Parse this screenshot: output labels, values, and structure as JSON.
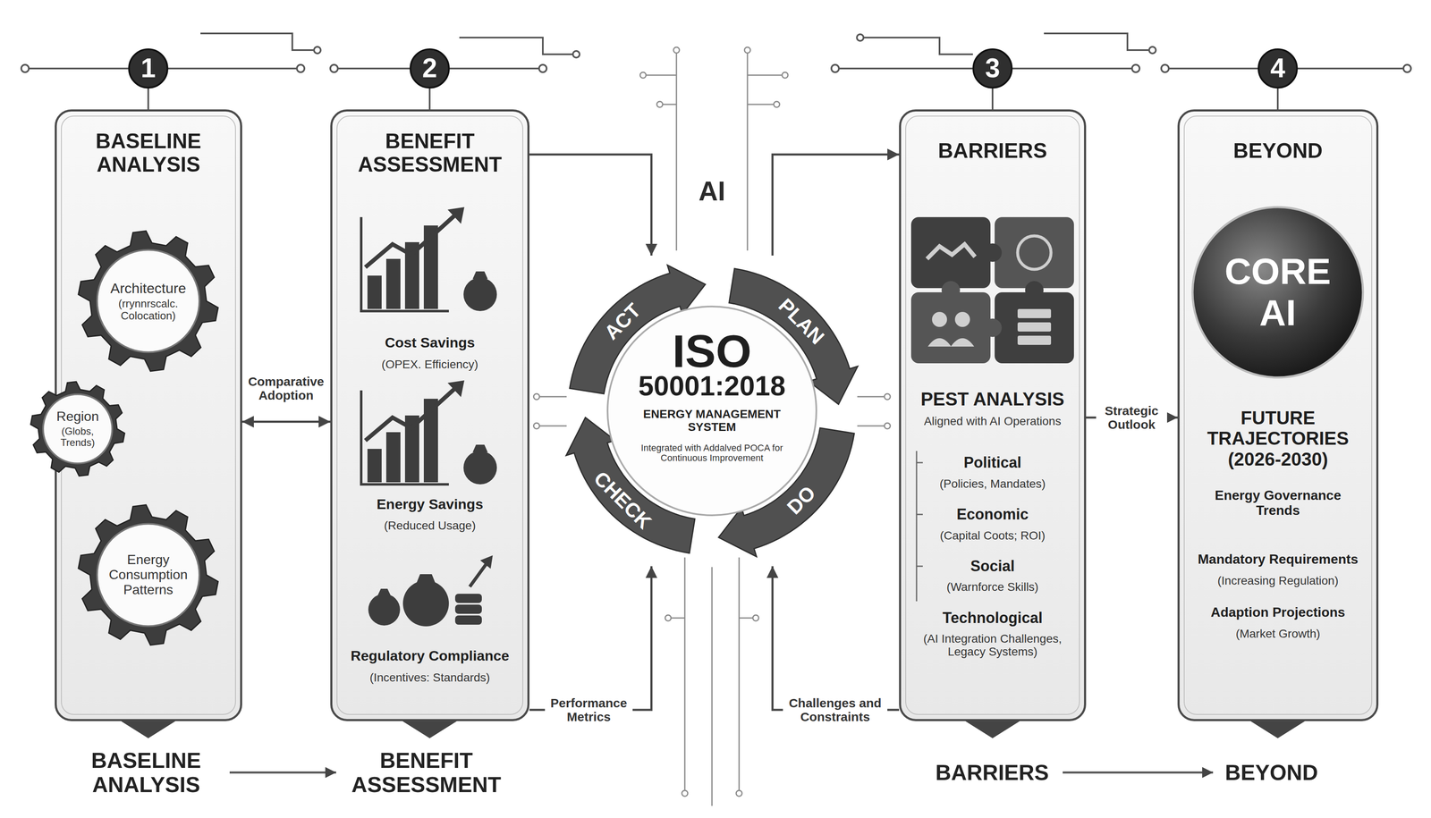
{
  "diagram": {
    "nodes": [
      {
        "text": [
          "1"
        ]
      },
      {
        "text": [
          "BASELINE ANALYSIS"
        ]
      },
      {
        "text": [
          "Architecture",
          "(rrynnrscalc. Colocation)"
        ],
        "in": 1
      },
      {
        "text": [
          "Region",
          "(Globs, Trends)"
        ],
        "in": 1
      },
      {
        "text": [
          "Energy Consumption Patterns"
        ],
        "in": 1
      },
      {
        "text": [
          "2"
        ]
      },
      {
        "text": [
          "BENEFIT ASSESSMENT",
          "Cost Savings",
          "(OPEX. Efficiency)",
          "Energy Savings",
          "(Reduced Usage)",
          "Regulatory Compliance",
          "(Incentives: Standards)"
        ]
      },
      {
        "text": [
          "ISO",
          "50001:2018",
          "ENERGY MANAGEMENT SYSTEM",
          "Integrated with Addalved POCA for Continuous Improvement"
        ]
      },
      {
        "text": [
          "3"
        ]
      },
      {
        "text": [
          "BARRIERS",
          "PEST ANALYSIS",
          "Aligned with AI Operations",
          "Political",
          "(Policies, Mandates)",
          "Economic",
          "(Capital Coots; ROI)",
          "Social",
          "(Warnforce Skills)",
          "Technological",
          "(AI Integration Challenges, Legacy Systems)"
        ]
      },
      {
        "text": [
          "4"
        ]
      },
      {
        "text": [
          "BEYOND",
          "FUTURE TRAJECTORIES (2026-2030)",
          "Energy Governance Trends",
          "Mandatory Requirements",
          "(Increasing Regulation)",
          "Adaption Projections",
          "(Market Growth)"
        ]
      },
      {
        "text": [
          "CORE AI"
        ],
        "in": 11
      }
    ],
    "edges": [
      {
        "from": 1,
        "to": 6,
        "label": "Comparative Adoption",
        "arrow": "both"
      },
      {
        "from": 6,
        "to": 7,
        "arrow": "to"
      },
      {
        "from": 6,
        "to": 7,
        "label": "Performance Metrics",
        "arrow": "to"
      },
      {
        "from": 7,
        "to": 9,
        "arrow": "to"
      },
      {
        "from": 9,
        "to": 7,
        "label": "Challenges and Constraints",
        "arrow": "to"
      },
      {
        "from": 9,
        "to": 11,
        "label": "Strategic Outlook",
        "arrow": "to"
      }
    ],
    "labels": [
      "AI",
      "ACT",
      "PLAN",
      "CHECK",
      "DO",
      "BASELINE ANALYSIS",
      "BENEFIT ASSESSMENT",
      "BARRIERS",
      "BEYOND"
    ]
  }
}
